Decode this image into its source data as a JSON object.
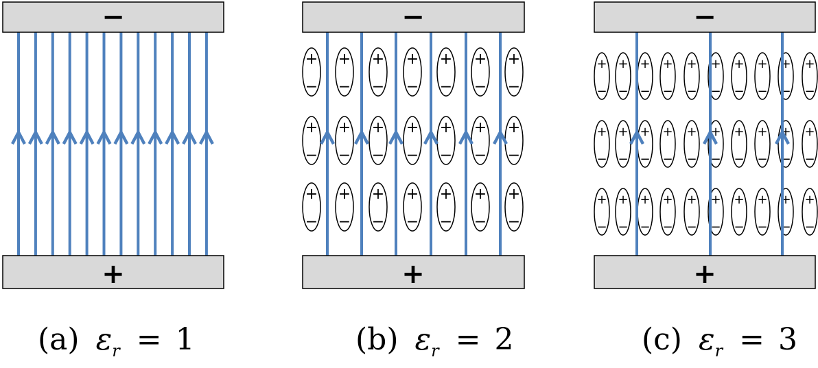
{
  "panels": [
    {
      "id": "a",
      "top_plate_sign": "−",
      "bottom_plate_sign": "+",
      "field_line_count": 12,
      "dipole_rows": 0,
      "dipole_cols": 0,
      "caption": {
        "label": "(a)",
        "symbol": "ε",
        "subscript": "r",
        "equals": "=",
        "value": "1"
      }
    },
    {
      "id": "b",
      "top_plate_sign": "−",
      "bottom_plate_sign": "+",
      "field_line_count": 6,
      "dipole_rows": 3,
      "dipole_cols": 7,
      "dipole_plus": "+",
      "dipole_minus": "−",
      "caption": {
        "label": "(b)",
        "symbol": "ε",
        "subscript": "r",
        "equals": "=",
        "value": "2"
      }
    },
    {
      "id": "c",
      "top_plate_sign": "−",
      "bottom_plate_sign": "+",
      "field_line_count": 3,
      "dipole_rows": 3,
      "dipole_cols": 10,
      "dipole_plus": "+",
      "dipole_minus": "−",
      "caption": {
        "label": "(c)",
        "symbol": "ε",
        "subscript": "r",
        "equals": "=",
        "value": "3"
      }
    }
  ],
  "colors": {
    "field_line": "#4f81bd",
    "plate_fill": "#d9d9d9"
  }
}
